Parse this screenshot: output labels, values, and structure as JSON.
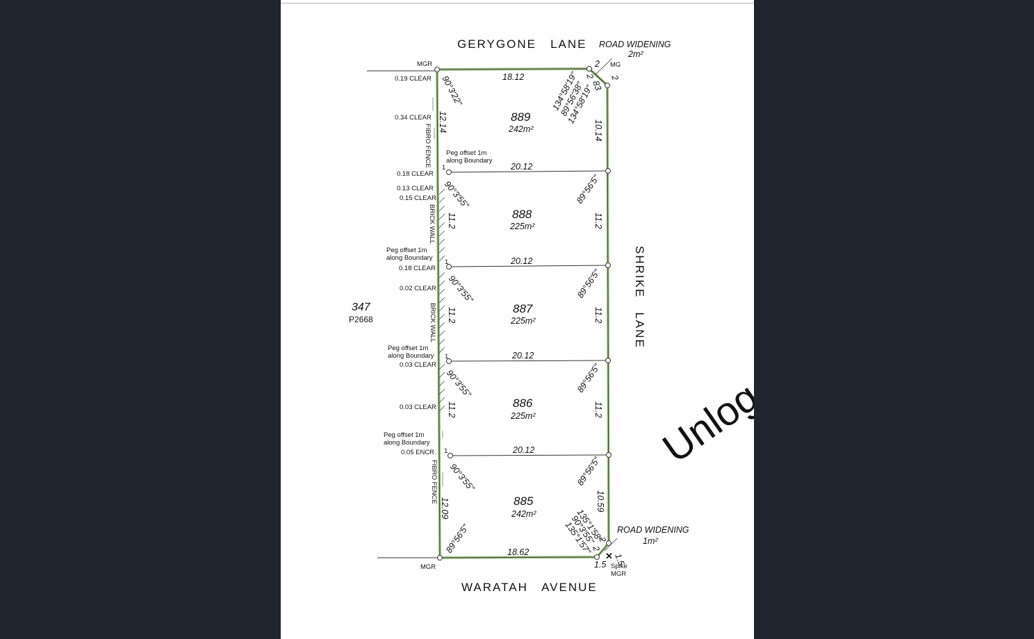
{
  "roads": {
    "north": "GERYGONE   LANE",
    "south": "WARATAH   AVENUE",
    "east": "SHRIKE   LANE"
  },
  "road_widening": [
    {
      "label": "ROAD WIDENING",
      "area": "2m²"
    },
    {
      "label": "ROAD WIDENING",
      "area": "1m²"
    }
  ],
  "neighbour": {
    "lot": "347",
    "plan": "P2668"
  },
  "lots": [
    {
      "number": "889",
      "area": "242m²"
    },
    {
      "number": "888",
      "area": "225m²"
    },
    {
      "number": "887",
      "area": "225m²"
    },
    {
      "number": "886",
      "area": "225m²"
    },
    {
      "number": "885",
      "area": "242m²"
    }
  ],
  "dimensions": {
    "north_boundary": "18.12",
    "south_boundary": "18.62",
    "lot_widths": [
      "20.12",
      "20.12",
      "20.12",
      "20.12"
    ],
    "west_depths": [
      "12.14",
      "11.2",
      "11.2",
      "11.2",
      "12.09"
    ],
    "east_depths": [
      "10.14",
      "11.2",
      "11.2",
      "11.2",
      "10.59"
    ],
    "ne_cut": [
      "2",
      "2",
      "2",
      "83"
    ],
    "se_cut": [
      "2",
      "2",
      "1.5",
      "1.5"
    ]
  },
  "bearings": {
    "nw": "90°3'22\"",
    "west_lots": [
      "90°3'55\"",
      "90°3'55\"",
      "90°3'55\"",
      "90°3'55\""
    ],
    "east_lots": [
      "89°56'5\"",
      "89°56'5\"",
      "89°56'5\"",
      "89°56'5\""
    ],
    "sw": "89°56'5\"",
    "ne": [
      "134°58'19\"",
      "89°56'38\"",
      "134°58'19\""
    ],
    "se": [
      "135°1'58\"",
      "90°3'55\"",
      "135°1'57\""
    ]
  },
  "markers": {
    "mgr": "MGR",
    "mg": "MG",
    "peg_one": "1",
    "spike": "Spike",
    "spike_mark": "✕"
  },
  "peg_notes": [
    {
      "line1": "Peg offset 1m",
      "line2": "along Boundary"
    },
    {
      "line1": "Peg offset 1m",
      "line2": "along Boundary"
    },
    {
      "line1": "Peg offset 1m",
      "line2": "along Boundary"
    },
    {
      "line1": "Peg offset 1m",
      "line2": "along Boundary"
    }
  ],
  "clearances": [
    "0.19 CLEAR",
    "0.34 CLEAR",
    "0.18 CLEAR",
    "0.13 CLEAR",
    "0.15 CLEAR",
    "0.18 CLEAR",
    "0.02 CLEAR",
    "0.03 CLEAR",
    "0.03 CLEAR",
    "0.05 ENCR."
  ],
  "fences": [
    "FIBRO FENCE",
    "BRICK WALL",
    "BRICK WALL",
    "FIBRO FENCE"
  ],
  "watermark": "Unlogged version",
  "colors": {
    "background": "#1f252c",
    "sheet": "#ffffff",
    "boundary": "#a9c98f",
    "linework": "#333333"
  }
}
